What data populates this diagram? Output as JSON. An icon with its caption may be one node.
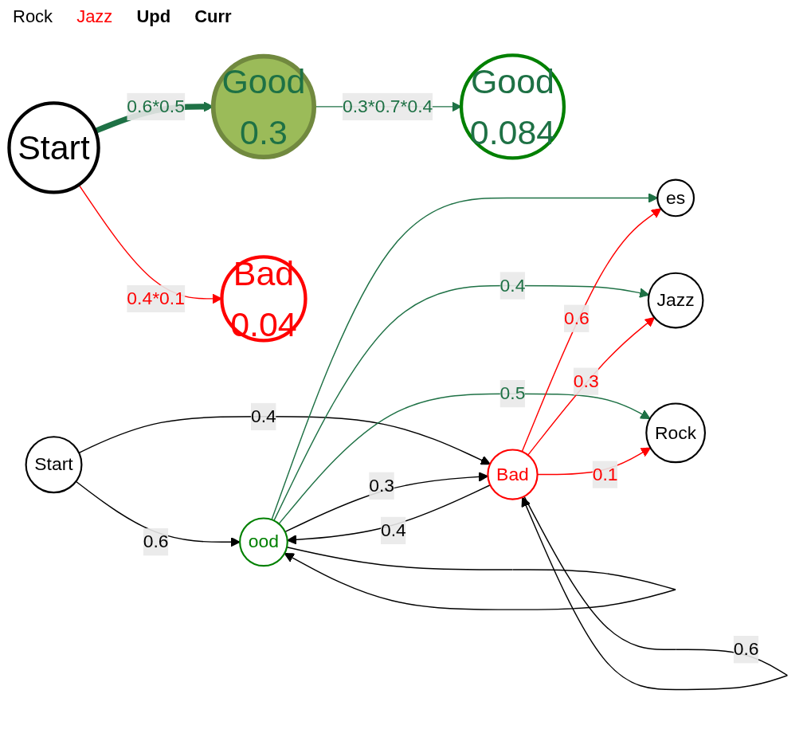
{
  "diagram": {
    "nodes": [
      {
        "text": [
          "Start"
        ]
      },
      {
        "text": [
          "Good",
          "0.3"
        ]
      },
      {
        "text": [
          "Good",
          "0.084"
        ]
      },
      {
        "text": [
          "Bad",
          "0.04"
        ]
      },
      {
        "text": [
          "Start"
        ]
      },
      {
        "text": [
          "ood"
        ]
      },
      {
        "text": [
          "Bad"
        ]
      },
      {
        "text": [
          "es"
        ]
      },
      {
        "text": [
          "Jazz"
        ]
      },
      {
        "text": [
          "Rock"
        ]
      }
    ],
    "edges": [
      {
        "from": 0,
        "to": 1,
        "arrow": "to",
        "label": "0.6*0.5",
        "style": "thick",
        "color": "#1e7145"
      },
      {
        "from": 1,
        "to": 2,
        "arrow": "to",
        "label": "0.3*0.7*0.4",
        "color": "#1e7145"
      },
      {
        "from": 0,
        "to": 3,
        "arrow": "to",
        "label": "0.4*0.1",
        "color": "#ff0000"
      },
      {
        "from": 4,
        "to": 5,
        "arrow": "to",
        "label": "0.6"
      },
      {
        "from": 4,
        "to": 6,
        "arrow": "to",
        "label": "0.4"
      },
      {
        "from": 5,
        "to": 5,
        "arrow": "to"
      },
      {
        "from": 5,
        "to": 6,
        "arrow": "to",
        "label": "0.3"
      },
      {
        "from": 6,
        "to": 5,
        "arrow": "to",
        "label": "0.4"
      },
      {
        "from": 6,
        "to": 6,
        "arrow": "to",
        "label": "0.6"
      },
      {
        "from": 5,
        "to": 7,
        "arrow": "to",
        "color": "#1e7145"
      },
      {
        "from": 5,
        "to": 8,
        "arrow": "to",
        "label": "0.4",
        "color": "#1e7145"
      },
      {
        "from": 5,
        "to": 9,
        "arrow": "to",
        "label": "0.5",
        "color": "#1e7145"
      },
      {
        "from": 6,
        "to": 7,
        "arrow": "to",
        "label": "0.6",
        "color": "#ff0000"
      },
      {
        "from": 6,
        "to": 8,
        "arrow": "to",
        "label": "0.3",
        "color": "#ff0000"
      },
      {
        "from": 6,
        "to": 9,
        "arrow": "to",
        "label": "0.1",
        "color": "#ff0000"
      }
    ],
    "labels": [
      "Rock",
      "Jazz",
      "Upd",
      "Curr"
    ]
  }
}
